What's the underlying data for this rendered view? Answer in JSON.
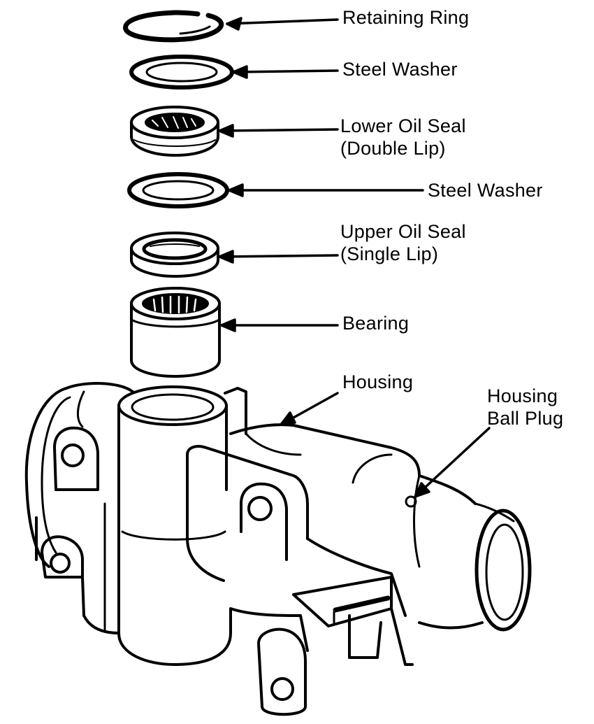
{
  "labels": {
    "retaining_ring": "Retaining Ring",
    "steel_washer_upper": "Steel Washer",
    "lower_oil_seal": [
      "Lower Oil Seal",
      "(Double Lip)"
    ],
    "steel_washer_lower": "Steel Washer",
    "upper_oil_seal": [
      "Upper Oil Seal",
      "(Single Lip)"
    ],
    "bearing": "Bearing",
    "housing": "Housing",
    "housing_ball_plug": [
      "Housing",
      "Ball Plug"
    ]
  },
  "colors": {
    "ink": "#000000",
    "paper": "#ffffff"
  }
}
